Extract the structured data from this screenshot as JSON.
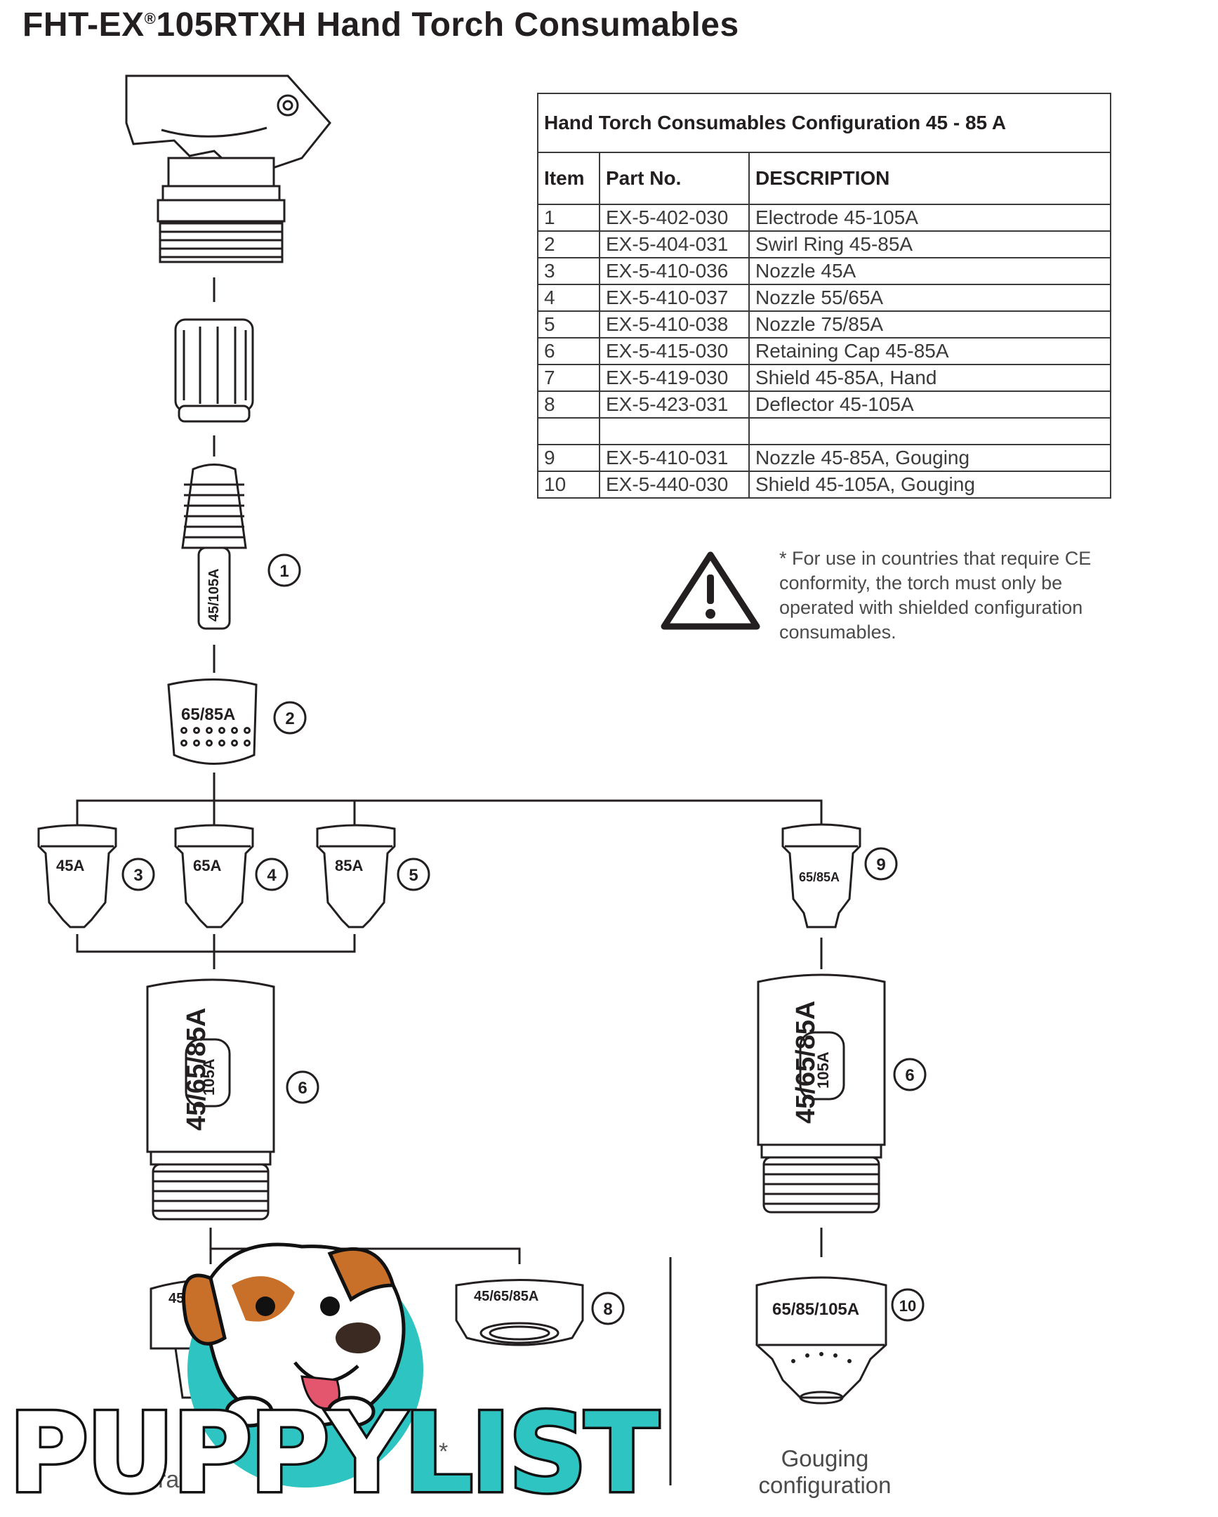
{
  "title": {
    "main": "FHT-EX",
    "sup": "®",
    "rest": "105RTXH Hand Torch Consumables"
  },
  "table": {
    "caption": "Hand Torch Consumables Configuration 45 - 85 A",
    "headers": {
      "item": "Item",
      "part": "Part No.",
      "desc": "DESCRIPTION"
    },
    "rows": [
      {
        "item": "1",
        "part": "EX-5-402-030",
        "desc": "Electrode 45-105A"
      },
      {
        "item": "2",
        "part": "EX-5-404-031",
        "desc": "Swirl Ring 45-85A"
      },
      {
        "item": "3",
        "part": "EX-5-410-036",
        "desc": "Nozzle 45A"
      },
      {
        "item": "4",
        "part": "EX-5-410-037",
        "desc": "Nozzle 55/65A"
      },
      {
        "item": "5",
        "part": "EX-5-410-038",
        "desc": "Nozzle 75/85A"
      },
      {
        "item": "6",
        "part": "EX-5-415-030",
        "desc": "Retaining Cap 45-85A"
      },
      {
        "item": "7",
        "part": "EX-5-419-030",
        "desc": "Shield 45-85A, Hand"
      },
      {
        "item": "8",
        "part": "EX-5-423-031",
        "desc": "Deflector 45-105A"
      },
      {
        "item": "",
        "part": "",
        "desc": ""
      },
      {
        "item": "9",
        "part": "EX-5-410-031",
        "desc": "Nozzle 45-85A, Gouging"
      },
      {
        "item": "10",
        "part": "EX-5-440-030",
        "desc": "Shield 45-105A, Gouging"
      }
    ]
  },
  "warning_note": "* For use in countries that require CE conformity, the torch must only be operated with shielded configuration consumables.",
  "gouging_label": "Gouging configuration",
  "part_labels": {
    "electrode": "45/105A",
    "swirl": "65/85A",
    "nozzle45": "45A",
    "nozzle65": "65A",
    "nozzle85": "85A",
    "gouge_nozzle": "65/85A",
    "cap": "45/65/85A",
    "cap_badge": "105A",
    "shield": "45/",
    "deflector": "45/65/85A",
    "gouge_shield": "65/85/105A"
  },
  "callouts": [
    "1",
    "2",
    "3",
    "4",
    "5",
    "6",
    "6",
    "8",
    "9",
    "10"
  ],
  "partial_text": {
    "star": "*",
    "e": "e",
    "rat": "rat",
    "ac": "ac"
  },
  "watermark": {
    "part1": "PUPPY",
    "part2": "LIST"
  },
  "colors": {
    "line": "#231f20",
    "brand_teal": "#2ec4c2",
    "dog_orange": "#c8702a"
  }
}
